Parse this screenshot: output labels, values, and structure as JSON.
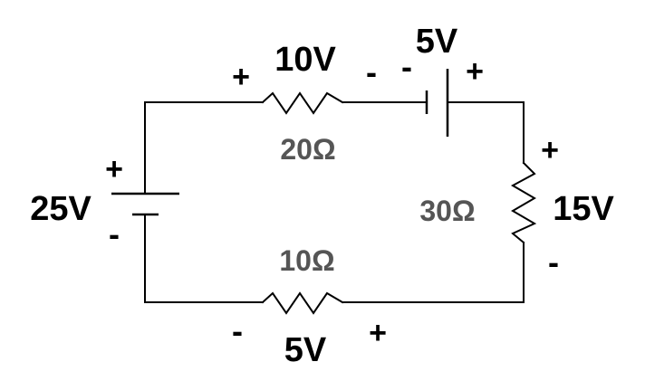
{
  "colors": {
    "wire": "#000000",
    "label": "#000000",
    "resistance": "#555555"
  },
  "battery_left": {
    "voltage": "25V",
    "plus": "+",
    "minus": "-"
  },
  "battery_top": {
    "voltage": "5V",
    "plus": "+",
    "minus": "-"
  },
  "resistor_top": {
    "resistance": "20Ω",
    "voltage": "10V",
    "plus": "+",
    "minus": "-"
  },
  "resistor_right": {
    "resistance": "30Ω",
    "voltage": "15V",
    "plus": "+",
    "minus": "-"
  },
  "resistor_bottom": {
    "resistance": "10Ω",
    "voltage": "5V",
    "plus": "+",
    "minus": "-"
  }
}
